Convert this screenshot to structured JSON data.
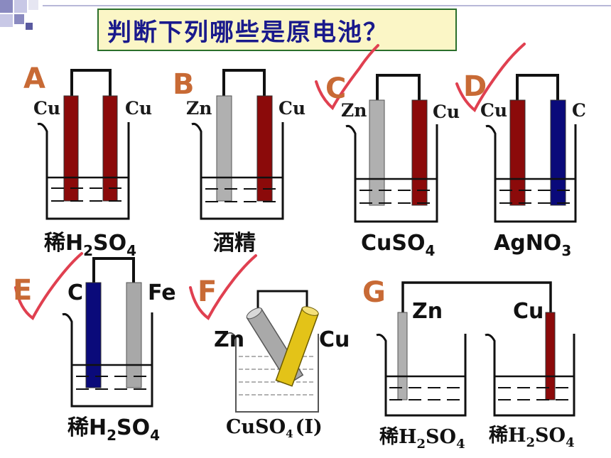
{
  "title": "判断下列哪些是原电池？",
  "colors": {
    "copper": "#8b0a0a",
    "zinc": "#b0b0b0",
    "carbon": "#0a0a7a",
    "iron": "#a8a8a8",
    "check": "#e04050",
    "letter": "#c86a35",
    "title_bg": "#fbf6c6",
    "title_text": "#1a1a8c"
  },
  "cells": {
    "A": {
      "letter": "A",
      "left": "Cu",
      "right": "Cu",
      "sol_pre": "稀H",
      "sol_sub1": "2",
      "sol_mid": "SO",
      "sol_sub2": "4",
      "checked": false
    },
    "B": {
      "letter": "B",
      "left": "Zn",
      "right": "Cu",
      "solution": "酒精",
      "checked": false
    },
    "C": {
      "letter": "C",
      "left": "Zn",
      "right": "Cu",
      "sol_main": "CuSO",
      "sol_sub": "4",
      "checked": true
    },
    "D": {
      "letter": "D",
      "left": "Cu",
      "right": "C",
      "sol_main": "AgNO",
      "sol_sub": "3",
      "checked": true
    },
    "E": {
      "letter": "E",
      "left": "C",
      "right": "Fe",
      "sol_pre": "稀H",
      "sol_sub1": "2",
      "sol_mid": "SO",
      "sol_sub2": "4",
      "checked": true
    },
    "F": {
      "letter": "F",
      "left": "Zn",
      "right": "Cu",
      "sol_main": "CuSO",
      "sol_sub": "4",
      "sol_suffix": "(Ⅰ)",
      "checked": true
    },
    "G": {
      "letter": "G",
      "left": "Zn",
      "right": "Cu",
      "left_sol_pre": "稀H",
      "left_sol_sub1": "2",
      "left_sol_mid": "SO",
      "left_sol_sub2": "4",
      "right_sol_pre": "稀H",
      "right_sol_sub1": "2",
      "right_sol_mid": "SO",
      "right_sol_sub2": "4",
      "checked": false
    }
  }
}
